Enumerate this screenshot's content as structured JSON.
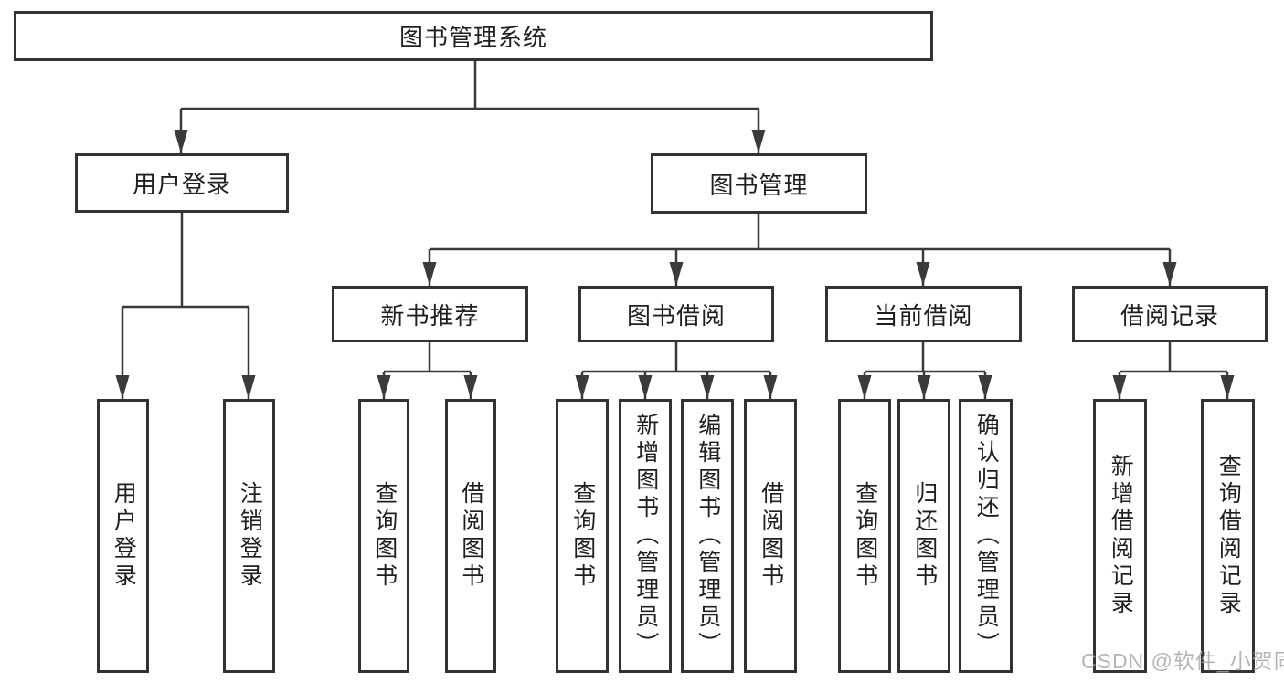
{
  "colors": {
    "line": "#3a3a3a",
    "border": "#333333",
    "text": "#1f1f1f",
    "watermark": "#a9a9a9"
  },
  "watermark": "CSDN @软件_小贺同学",
  "nodes": {
    "root": "图书管理系统",
    "user_login": "用户登录",
    "book_mgmt": "图书管理",
    "new_book_rec": "新书推荐",
    "book_borrow": "图书借阅",
    "current_borrow": "当前借阅",
    "borrow_records": "借阅记录",
    "ul_login": "用户登录",
    "ul_logout": "注销登录",
    "nb_query_book": "查询图书",
    "nb_borrow_book": "借阅图书",
    "bb_query_book": "查询图书",
    "bb_add_book": "新增图书（管理员）",
    "bb_edit_book": "编辑图书（管理员）",
    "bb_borrow_book": "借阅图书",
    "cb_query_book": "查询图书",
    "cb_return_book": "归还图书",
    "cb_confirm_return": "确认归还（管理员）",
    "br_add_record": "新增借阅记录",
    "br_query_record": "查询借阅记录"
  }
}
